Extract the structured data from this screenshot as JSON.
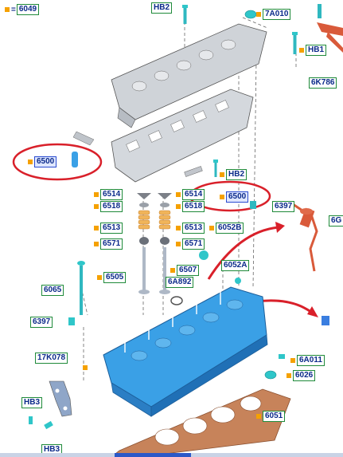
{
  "legend": {
    "equals": "=",
    "code": "6049"
  },
  "callouts": {
    "hb2_top": "HB2",
    "c7a010": "7A010",
    "hb1": "HB1",
    "c6k786": "6K786",
    "c6500_left": "6500",
    "hb2_mid": "HB2",
    "c6514_left": "6514",
    "c6514_right": "6514",
    "c6500_right": "6500",
    "c6518_left": "6518",
    "c6518_right": "6518",
    "c6397_top": "6397",
    "c6g": "6G",
    "c6513_left": "6513",
    "c6513_right": "6513",
    "c6052b": "6052B",
    "c6571_left": "6571",
    "c6571_right": "6571",
    "c6507": "6507",
    "c6052a": "6052A",
    "c6505": "6505",
    "c6a892": "6A892",
    "c6065": "6065",
    "c6397_left": "6397",
    "c17k078": "17K078",
    "c6a011": "6A011",
    "c6026": "6026",
    "hb3_top": "HB3",
    "c6051": "6051",
    "hb3_bottom": "HB3"
  },
  "colors": {
    "part_blue": "#3aa0e6",
    "cover_gray": "#cfd3d8",
    "gasket_brown": "#c7835a",
    "highlight_red": "#d9202a",
    "tag_text": "#0b2a8a",
    "tag_border": "#1f8a3a",
    "square_orange": "#f5a100"
  }
}
